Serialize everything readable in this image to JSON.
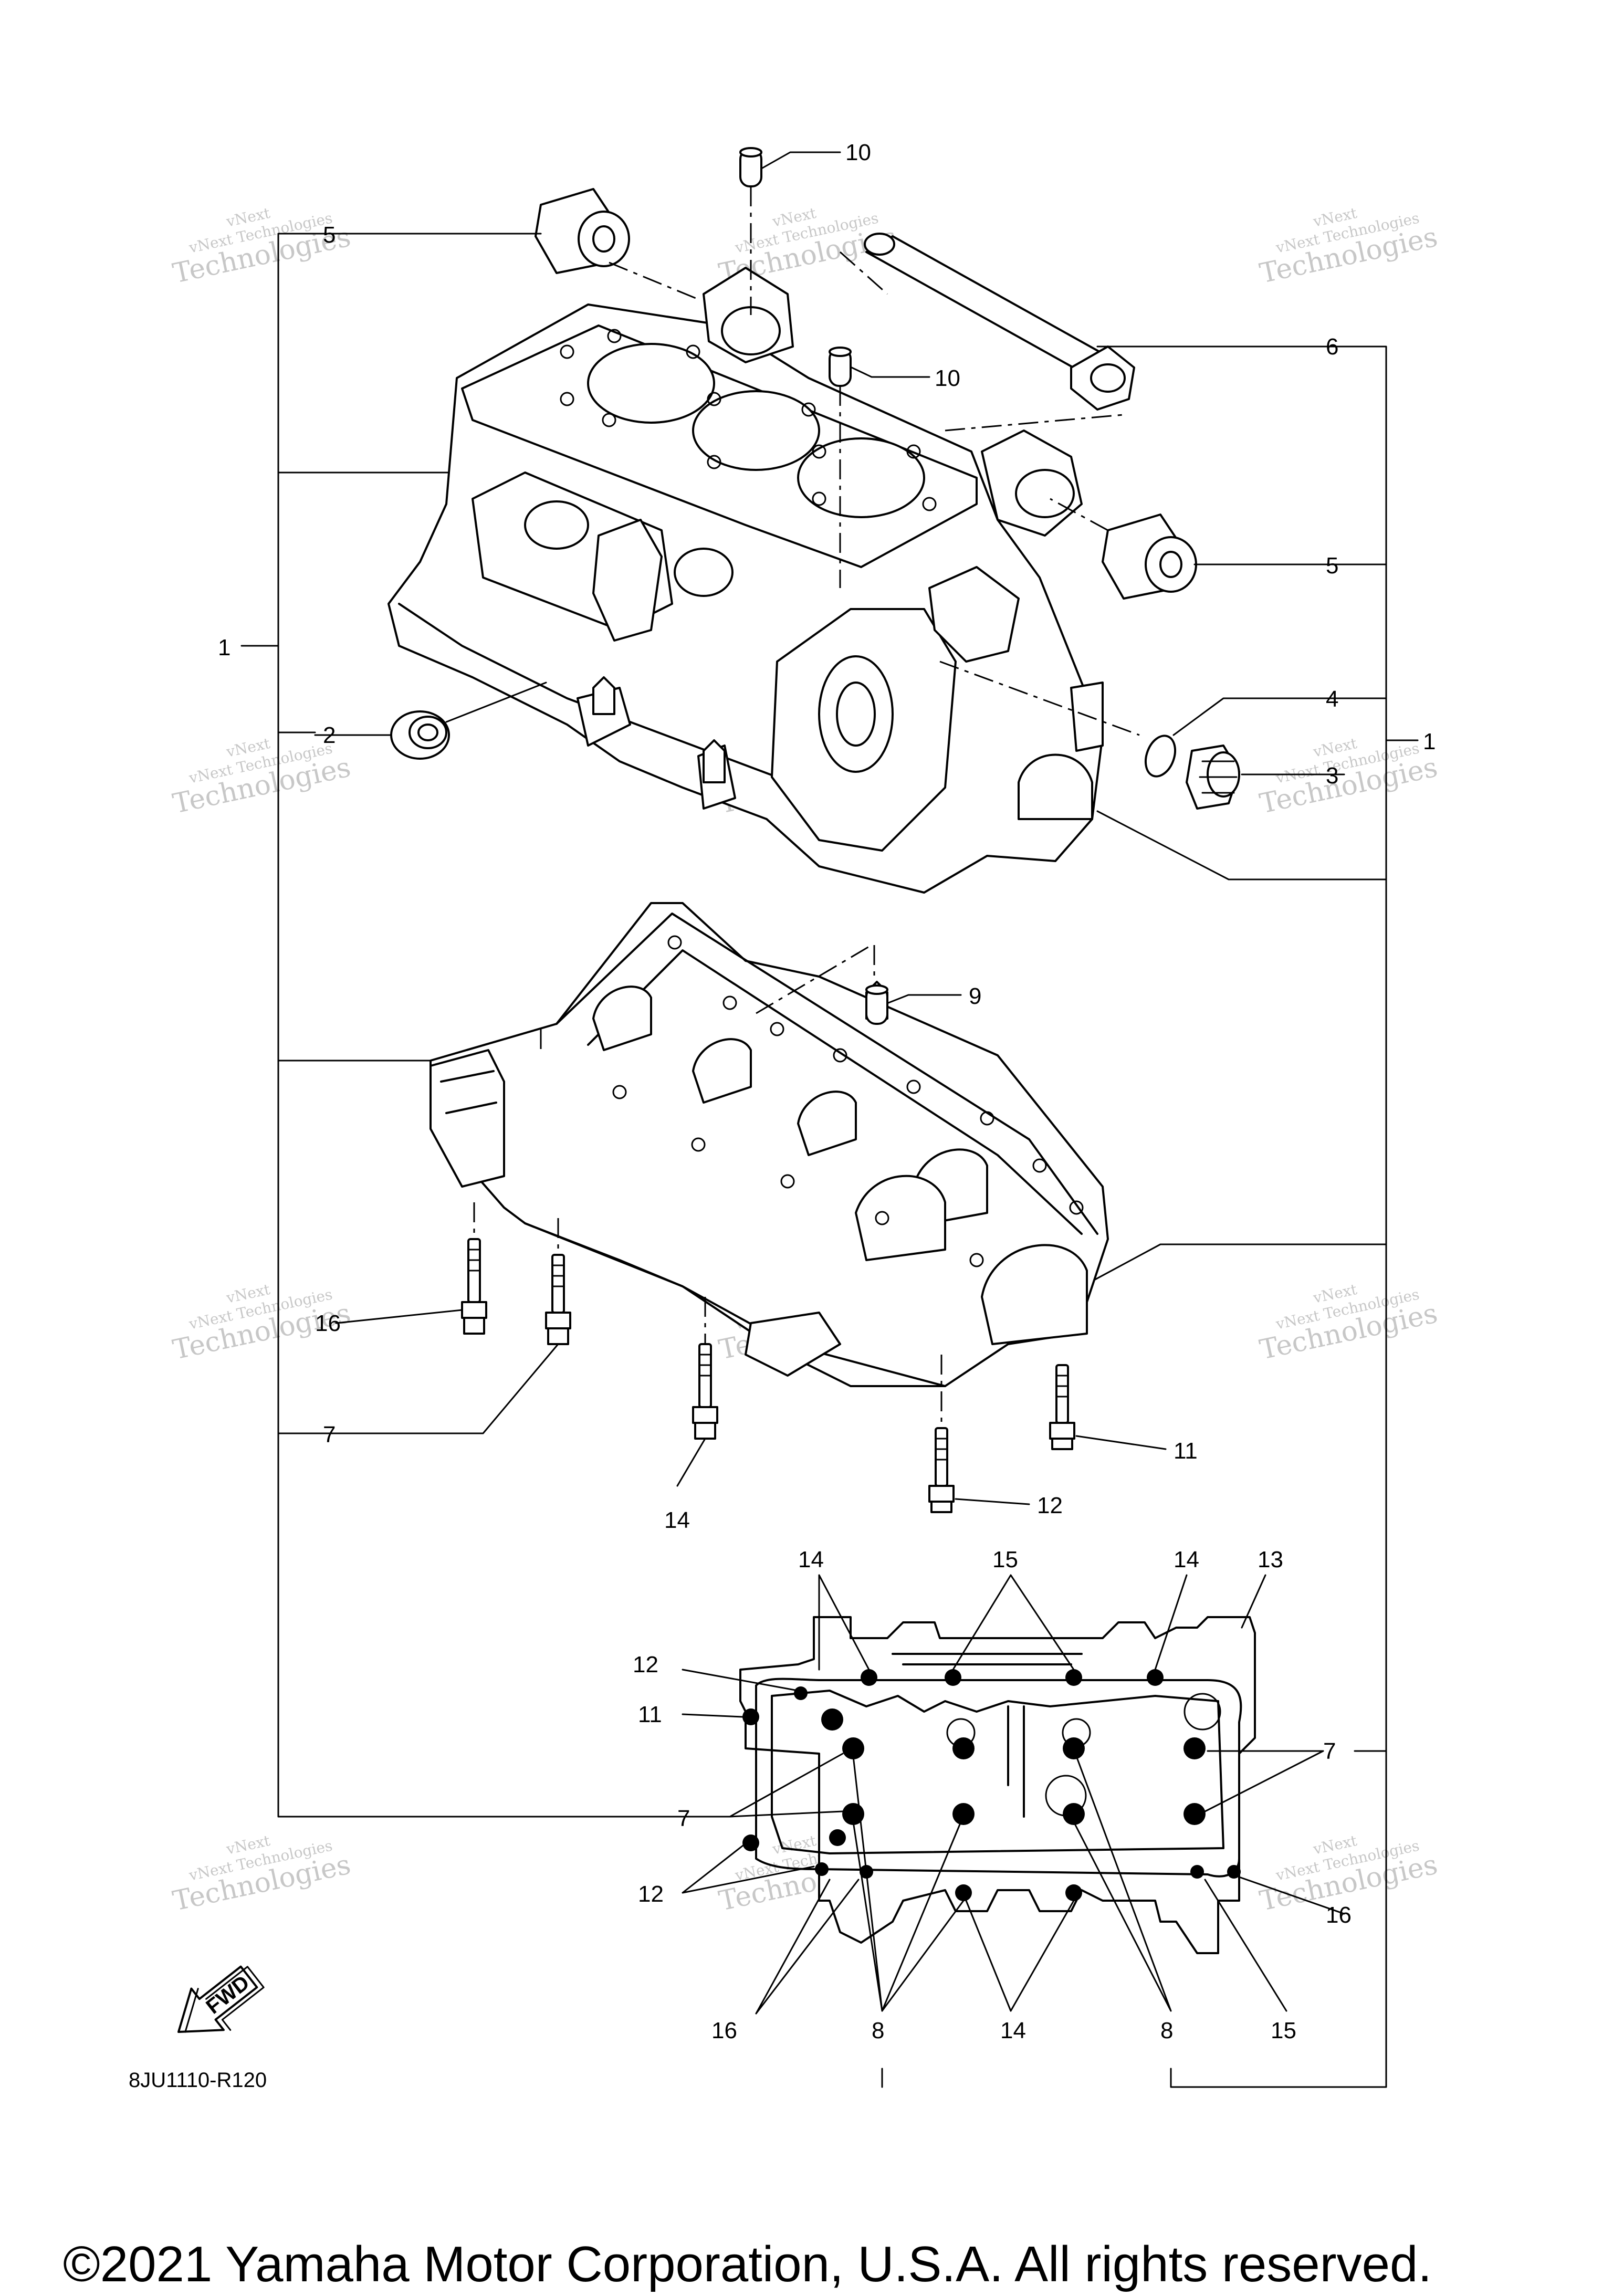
{
  "diagram_code": "8JU1110-R120",
  "copyright": "©2021 Yamaha Motor Corporation, U.S.A. All rights reserved.",
  "fwd_label": "FWD",
  "watermark": {
    "line1": "vNext Technologies",
    "line2": "Technologies",
    "small": "vNext"
  },
  "callouts": {
    "c10a": "10",
    "c10b": "10",
    "c6": "6",
    "c5a": "5",
    "c5b": "5",
    "c1a": "1",
    "c1b": "1",
    "c2": "2",
    "c4": "4",
    "c3": "3",
    "c9": "9",
    "c16a": "16",
    "c7a": "7",
    "c14a": "14",
    "c11a": "11",
    "c12a": "12",
    "b14a": "14",
    "b15a": "15",
    "b14b": "14",
    "b13": "13",
    "b12a": "12",
    "b11": "11",
    "b7a": "7",
    "b7b": "7",
    "b12b": "12",
    "b16a": "16",
    "b16b": "16",
    "b8a": "8",
    "b14c": "14",
    "b8b": "8",
    "b15b": "15"
  }
}
